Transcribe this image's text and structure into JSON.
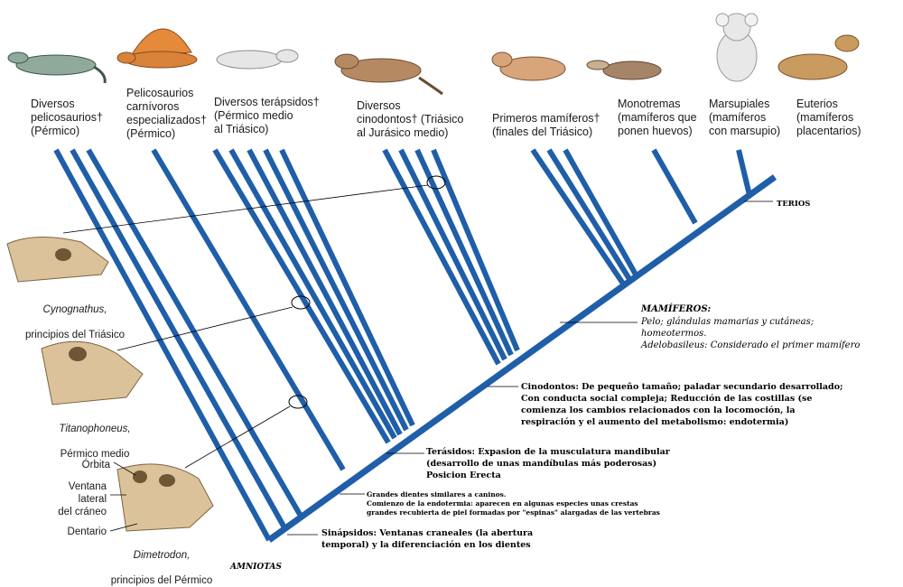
{
  "taxa": [
    {
      "label": "Diversos\npelicosaurios†\n(Pérmico)"
    },
    {
      "label": "Pelicosaurios\ncarnívoros\nespecializados†\n(Pérmico)"
    },
    {
      "label": "Diversos terápsidos†\n(Pérmico medio\nal Triásico)"
    },
    {
      "label": "Diversos\ncinodontos† (Triásico\nal Jurásico medio)"
    },
    {
      "label": "Primeros mamíferos†\n(finales del Triásico)"
    },
    {
      "label": "Monotremas\n(mamíferos que\nponen huevos)"
    },
    {
      "label": "Marsupiales\n(mamíferos\ncon marsupio)"
    },
    {
      "label": "Euterios\n(mamíferos\nplacentarios)"
    }
  ],
  "skulls": [
    {
      "name": "Cynognathus,",
      "period": "principios del Triásico"
    },
    {
      "name": "Titanophoneus,",
      "period": "Pérmico medio"
    },
    {
      "name": "Dimetrodon,",
      "period": "principios del Pérmico"
    }
  ],
  "skull_parts": {
    "orbita": "Órbita",
    "ventana": "Ventana\nlateral\ndel cráneo",
    "dentario": "Dentario"
  },
  "clades": {
    "terios": "TERIOS",
    "amniotas": "AMNIOTAS"
  },
  "notes": {
    "mamiferos_title": "MAMÍFEROS:",
    "mamiferos_body": "Pelo; glándulas mamarias y cutáneas;\nhomeotermos.\nAdelobasileus: Considerado el primer mamífero",
    "cinodontos": "Cinodontos: De pequeño tamaño; paladar secundario desarrollado;\nCon conducta social compleja; Reducción de las costillas (se\ncomienza los cambios relacionados con la locomoción, la\nrespiración y el aumento del metabolismo: endotermia)",
    "terasidos": "Terásidos: Expasion de la musculatura mandibular\n(desarrollo de unas mandíbulas más poderosas)\nPosicion Erecta",
    "grandes_dientes": "Grandes dientes similares a caninos.\nComienzo de la endotermia: aparecen en algunas especies unas crestas\ngrandes recubierta de piel formadas por \"espinas\" alargadas de las vertebras",
    "sinapsidos": "Sinápsidos: Ventanas craneales (la abertura\ntemporal) y la diferenciación en los dientes"
  },
  "colors": {
    "branch": "#1f5ea8",
    "leader": "#000000"
  }
}
